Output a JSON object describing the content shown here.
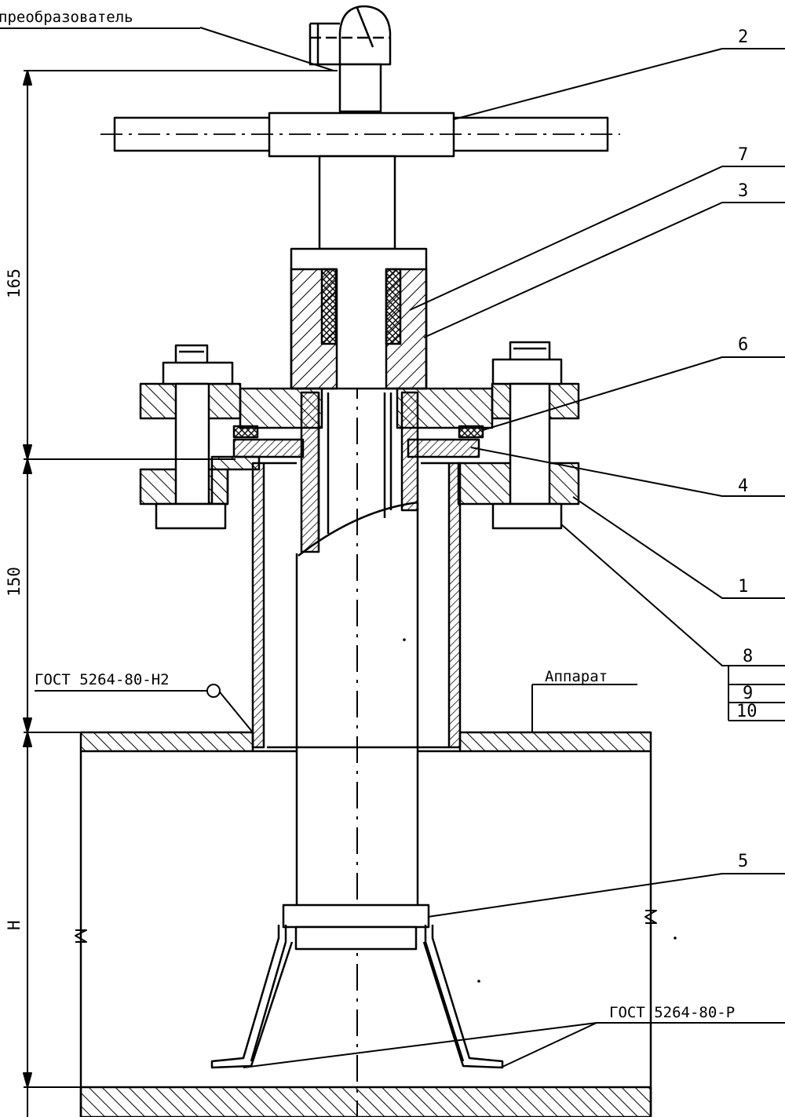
{
  "labels": {
    "converter": "преобразователь",
    "apparatus": "Аппарат",
    "gost_weld_1": "ГОСТ 5264-80-Н2",
    "gost_weld_2": "ГОСТ 5264-80-Р"
  },
  "dimensions": {
    "upper": "165",
    "middle": "150",
    "lower": "Н"
  },
  "callouts": {
    "c1": "1",
    "c2": "2",
    "c3": "3",
    "c4": "4",
    "c5": "5",
    "c6": "6",
    "c7": "7",
    "c8": "8",
    "c9": "9",
    "c10": "10"
  }
}
